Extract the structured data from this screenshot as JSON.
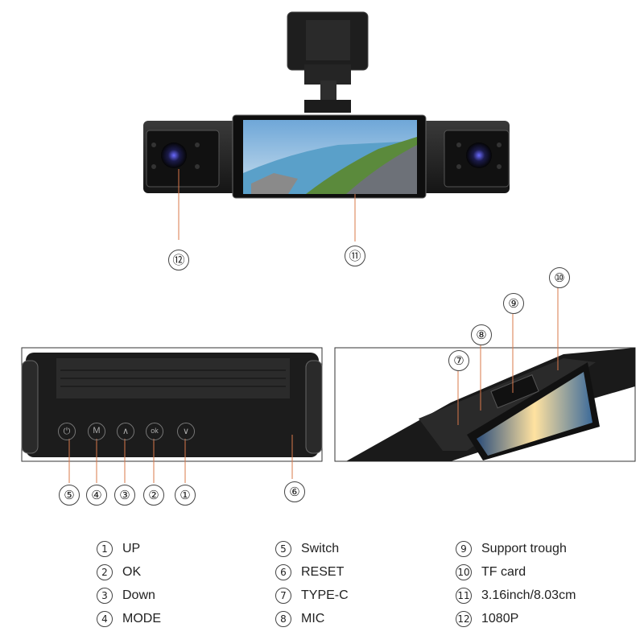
{
  "callouts": {
    "c1": "①",
    "c2": "②",
    "c3": "③",
    "c4": "④",
    "c5": "⑤",
    "c6": "⑥",
    "c7": "⑦",
    "c8": "⑧",
    "c9": "⑨",
    "c10": "⑩",
    "c11": "⑪",
    "c12": "⑫"
  },
  "button_icons": {
    "power": "⏻",
    "mode": "M",
    "up": "∧",
    "ok": "ok",
    "down": "∨"
  },
  "legend": [
    {
      "num": "1",
      "label": "UP"
    },
    {
      "num": "2",
      "label": "OK"
    },
    {
      "num": "3",
      "label": "Down"
    },
    {
      "num": "4",
      "label": "MODE"
    },
    {
      "num": "5",
      "label": "Switch"
    },
    {
      "num": "6",
      "label": "RESET"
    },
    {
      "num": "7",
      "label": "TYPE-C"
    },
    {
      "num": "8",
      "label": "MIC"
    },
    {
      "num": "9",
      "label": "Support trough"
    },
    {
      "num": "10",
      "label": "TF card"
    },
    {
      "num": "11",
      "label": "3.16inch/8.03cm"
    },
    {
      "num": "12",
      "label": "1080P"
    }
  ],
  "colors": {
    "leader_line": "#d9784a",
    "device_body": "#1c1c1c",
    "frame": "#333333"
  }
}
